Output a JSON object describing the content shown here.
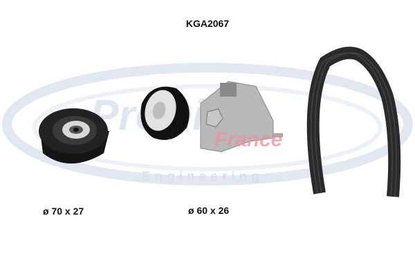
{
  "product": {
    "kit_code": "KGA2067",
    "idler_dimension": "ø 70 x 27",
    "tensioner_dimension": "ø 60 x 26"
  },
  "watermark": {
    "brand": "ProDis",
    "sub_brand": "France",
    "tagline": "Engineering"
  }
}
